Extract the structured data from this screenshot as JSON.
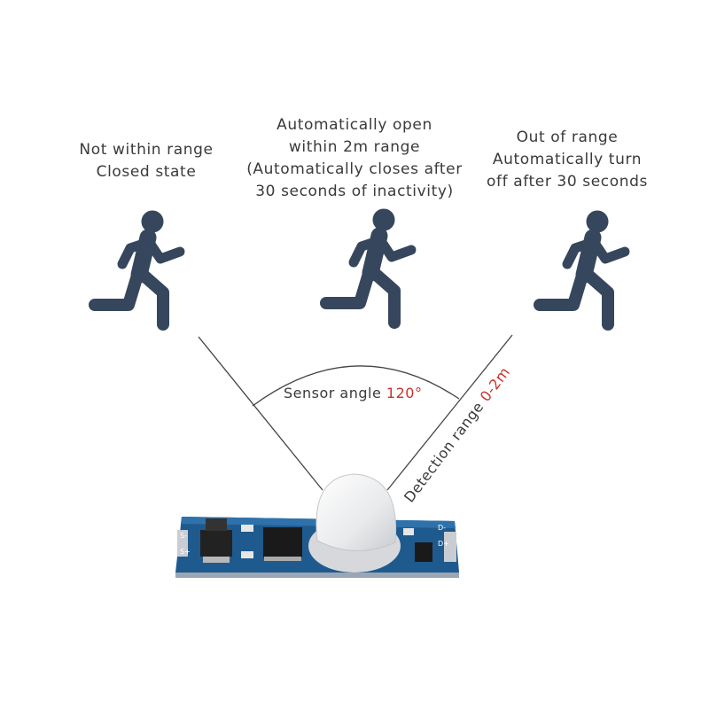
{
  "captions": {
    "left": [
      "Not within range",
      "Closed state"
    ],
    "middle": [
      "Automatically open",
      "within 2m range",
      "(Automatically closes after",
      "30 seconds of inactivity)"
    ],
    "right": [
      "Out of range",
      "Automatically turn",
      "off after 30 seconds"
    ]
  },
  "sensor_angle": {
    "label": "Sensor angle ",
    "value": "120°"
  },
  "detection_range": {
    "label": "Detection range ",
    "value": "0-2m"
  },
  "board_markings": {
    "left_s_minus": "S-",
    "left_s_plus": "S+",
    "right_d_minus": "D-",
    "right_d_plus": "D+"
  },
  "colors": {
    "figure": "#36465d",
    "accent": "#c8322c",
    "board": "#1f5a8e",
    "text": "#3a3a3a"
  },
  "icons": [
    "running-person-icon",
    "pir-sensor-board"
  ]
}
